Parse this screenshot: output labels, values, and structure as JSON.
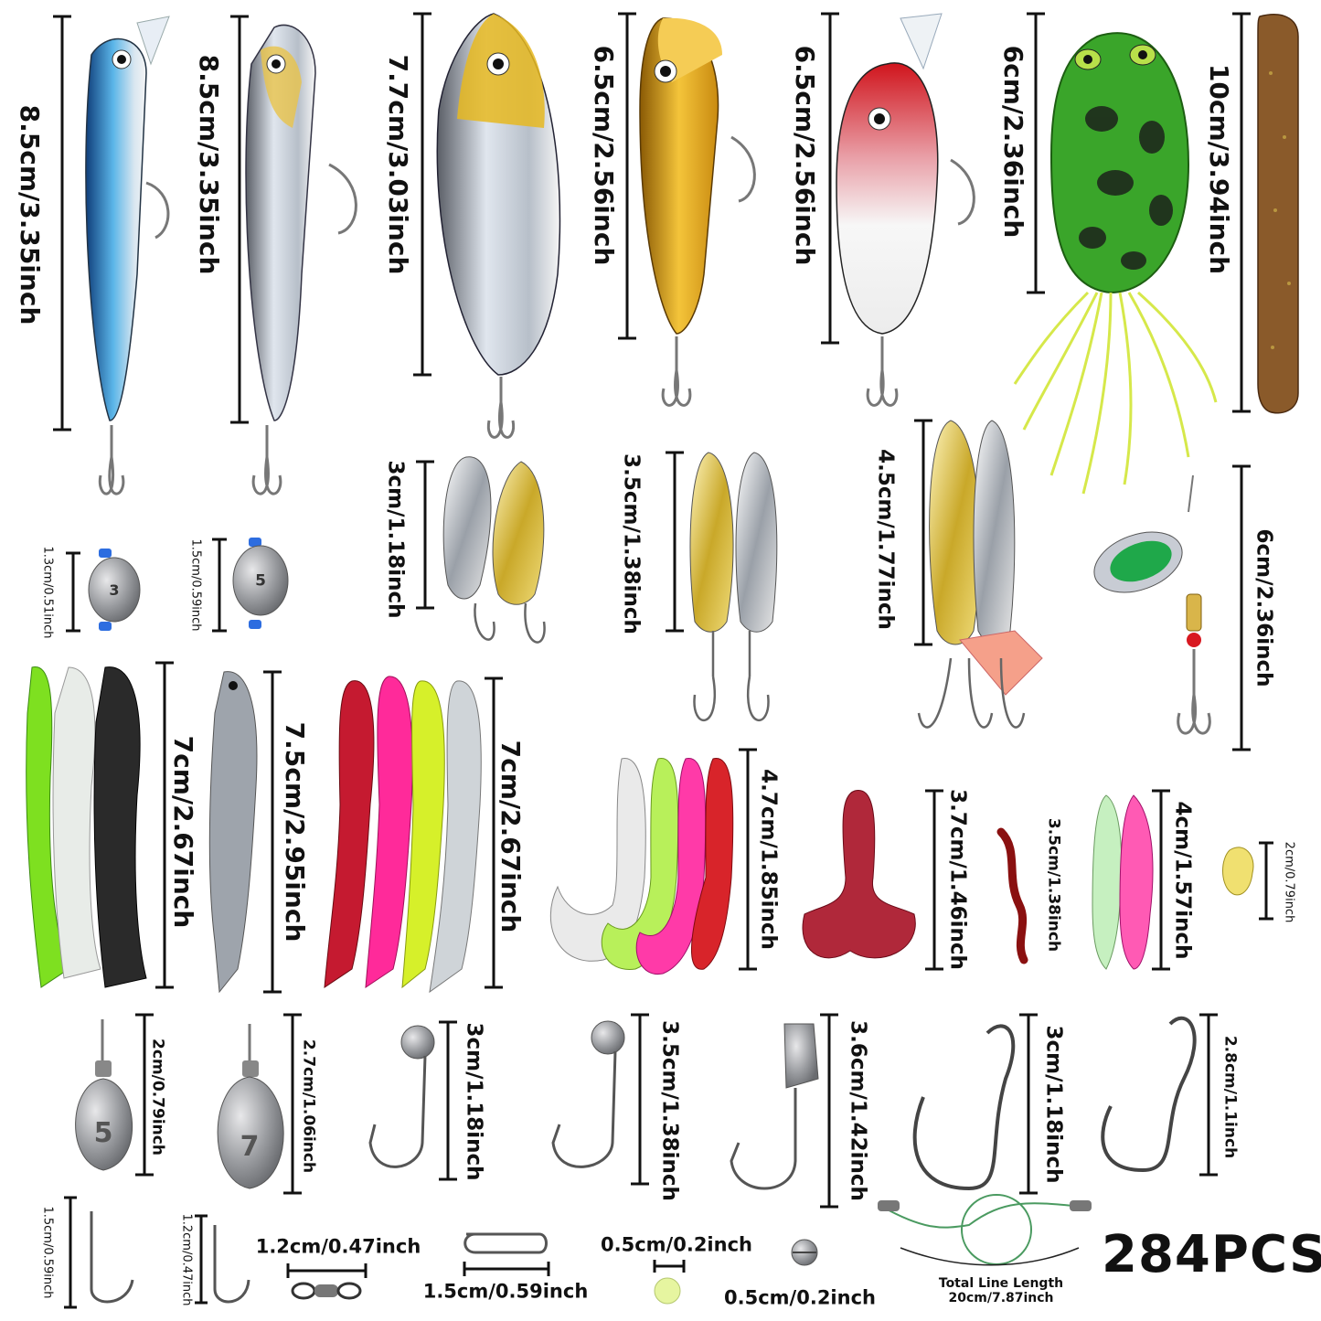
{
  "pieces": "284PCS",
  "labels": {
    "minnow_blue": "8.5cm/3.35inch",
    "minnow_silver": "8.5cm/3.35inch",
    "vib_lure": "7.7cm/3.03inch",
    "popper_gold": "6.5cm/2.56inch",
    "crank_redhead": "6.5cm/2.56inch",
    "frog": "6cm/2.36inch",
    "stick_worm": "10cm/3.94inch",
    "sinker_3": "1.3cm/0.51inch",
    "sinker_5": "1.5cm/0.59inch",
    "spoon_small": "3cm/1.18inch",
    "spoon_mid": "3.5cm/1.38inch",
    "spoon_large": "4.5cm/1.77inch",
    "spinner": "6cm/2.36inch",
    "paddle_shad": "7cm/2.67inch",
    "split_shad": "7.5cm/2.95inch",
    "ribbed_shad": "7cm/2.67inch",
    "curly_tail": "4.7cm/1.85inch",
    "grub_red": "3.7cm/1.46inch",
    "worm_small": "3.5cm/1.38inch",
    "shrimp": "4cm/1.57inch",
    "maggot": "2cm/0.79inch",
    "bell_sinker_5": "2cm/0.79inch",
    "bell_sinker_7": "2.7cm/1.06inch",
    "jig_head_1": "3cm/1.18inch",
    "jig_head_2": "3.5cm/1.38inch",
    "jig_head_3": "3.6cm/1.42inch",
    "wide_gap_hook": "3cm/1.18inch",
    "offset_hook": "2.8cm/1.1inch",
    "hook_small_1": "1.5cm/0.59inch",
    "hook_small_2": "1.2cm/0.47inch",
    "swivel": "1.2cm/0.47inch",
    "snap": "1.5cm/0.59inch",
    "bead": "0.5cm/0.2inch",
    "split_shot": "0.5cm/0.2inch",
    "leader_line_1": "Total  Line Length",
    "leader_line_2": "20cm/7.87inch"
  },
  "sinker_numbers": {
    "egg_a": "3",
    "egg_b": "5",
    "bell_a": "5",
    "bell_b": "7"
  },
  "colors": {
    "blue_minnow": "#4aa3d8",
    "gold": "#d9a520",
    "red_head": "#d0141c",
    "frog_green": "#3aa52a",
    "worm_brown": "#8a5a2a",
    "pink": "#ff2a9a",
    "chartreuse": "#c8f02a",
    "bead_glow": "#e6f5a0"
  }
}
